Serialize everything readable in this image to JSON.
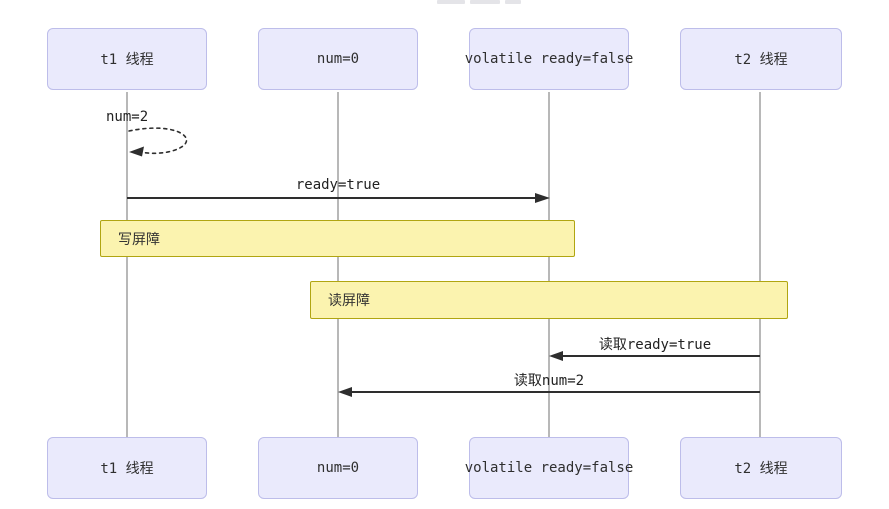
{
  "diagram": {
    "type": "sequence-diagram",
    "participants": [
      {
        "label": "t1 线程"
      },
      {
        "label": "num=0"
      },
      {
        "label": "volatile ready=false"
      },
      {
        "label": "t2 线程"
      }
    ],
    "messages": [
      {
        "label": "num=2",
        "kind": "self-loop-dashed",
        "from": "t1 线程",
        "to": "t1 线程"
      },
      {
        "label": "ready=true",
        "kind": "solid-arrow",
        "from": "t1 线程",
        "to": "volatile ready=false"
      },
      {
        "label": "读取ready=true",
        "kind": "solid-arrow",
        "from": "t2 线程",
        "to": "volatile ready=false"
      },
      {
        "label": "读取num=2",
        "kind": "solid-arrow",
        "from": "t2 线程",
        "to": "num=0"
      }
    ],
    "barriers": [
      {
        "label": "写屏障"
      },
      {
        "label": "读屏障"
      }
    ],
    "colors": {
      "participant_fill": "#eaeafc",
      "participant_border": "#bdbdea",
      "barrier_fill": "#fbf3af",
      "barrier_border": "#b0a511",
      "lifeline": "#707070",
      "arrow": "#2e2e2e"
    }
  }
}
